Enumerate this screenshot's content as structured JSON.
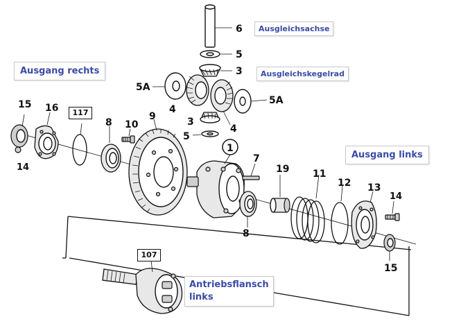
{
  "labels": {
    "ausgleichsachse": "Ausgleichsachse",
    "ausgleichskegelrad": "Ausgleichskegelrad",
    "ausgang_rechts": "Ausgang rechts",
    "ausgang_links": "Ausgang links",
    "antriebsflansch_line1": "Antriebsflansch",
    "antriebsflansch_line2": "links"
  },
  "parts": {
    "p1": "1",
    "p3a": "3",
    "p3b": "3",
    "p4a": "4",
    "p4b": "4",
    "p5a": "5",
    "p5b": "5",
    "p5A_left": "5A",
    "p5A_right": "5A",
    "p6": "6",
    "p7": "7",
    "p8a": "8",
    "p8b": "8",
    "p9": "9",
    "p10": "10",
    "p11": "11",
    "p12": "12",
    "p13": "13",
    "p14a": "14",
    "p14b": "14",
    "p15a": "15",
    "p15b": "15",
    "p16": "16",
    "p19": "19",
    "ref117": "117",
    "ref107": "107"
  }
}
